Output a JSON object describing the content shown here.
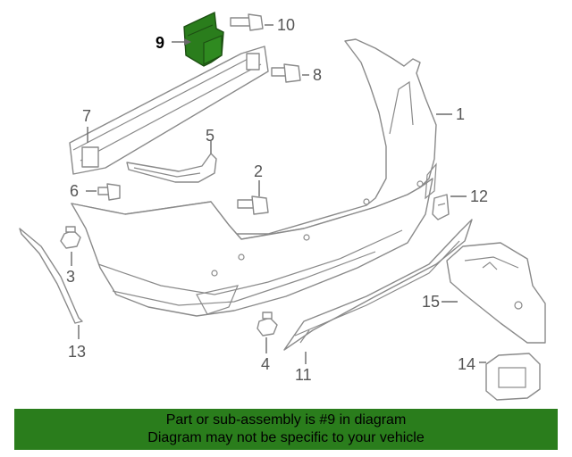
{
  "callouts": {
    "c1": "1",
    "c2": "2",
    "c3": "3",
    "c4": "4",
    "c5": "5",
    "c6": "6",
    "c7": "7",
    "c8": "8",
    "c9": "9",
    "c10": "10",
    "c11": "11",
    "c12": "12",
    "c13": "13",
    "c14": "14",
    "c15": "15"
  },
  "highlight": {
    "part": "9",
    "color": "#2a7d1c"
  },
  "banner": {
    "line1": "Part or sub-assembly is #9 in diagram",
    "line2": "Diagram may not be specific to your vehicle",
    "color": "#2a7d1c"
  }
}
